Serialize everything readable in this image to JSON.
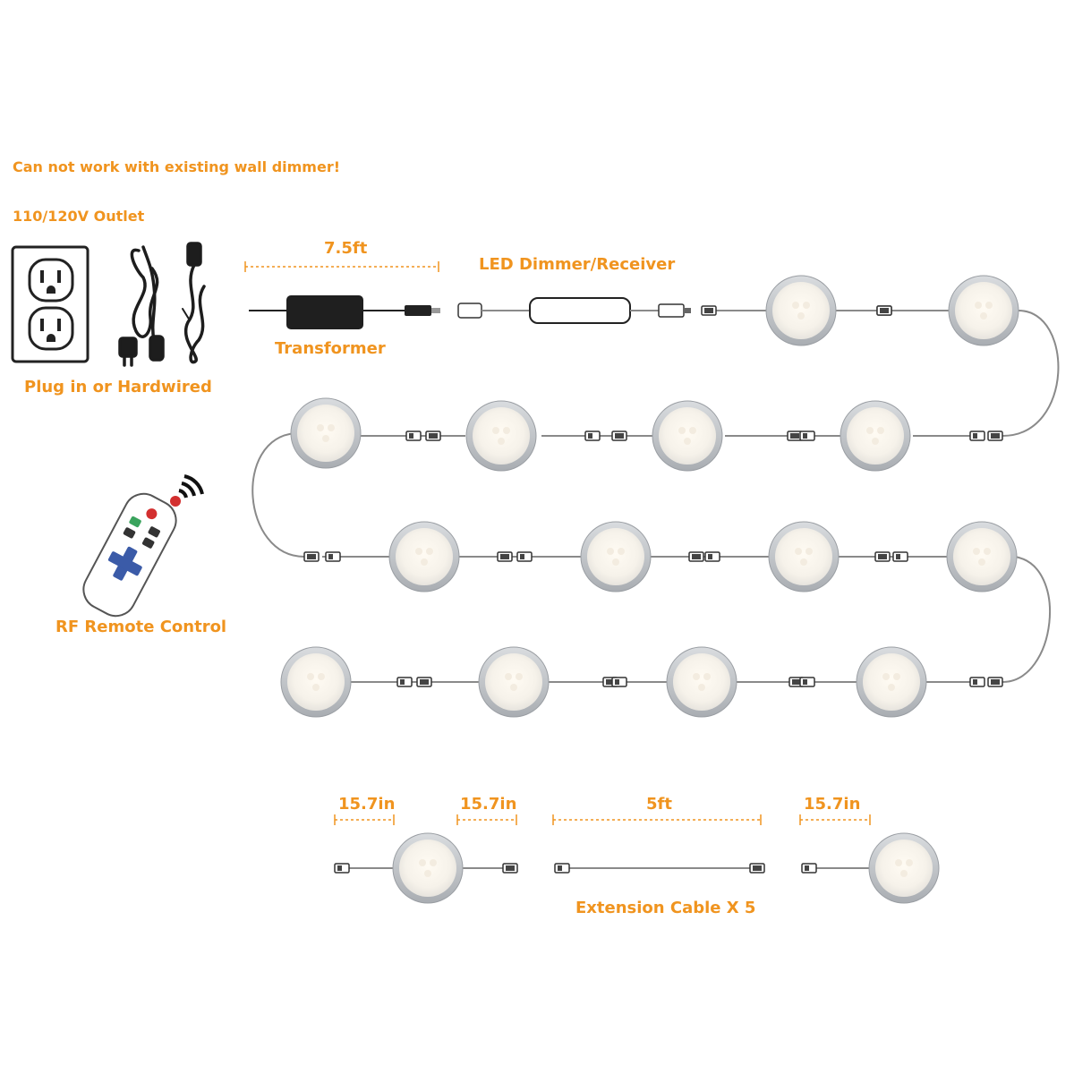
{
  "warning": "Can not work with existing wall dimmer!",
  "outlet_label": "110/120V Outlet",
  "plug_label": "Plug in or Hardwired",
  "remote_label": "RF Remote Control",
  "transformer_label": "Transformer",
  "transformer_length": "7.5ft",
  "dimmer_label": "LED Dimmer/Receiver",
  "light_cable_left": "15.7in",
  "light_cable_right": "15.7in",
  "extension_length": "5ft",
  "extension_label": "Extension Cable X 5",
  "tail_cable_length": "15.7in",
  "colors": {
    "accent": "#f0941f",
    "wire": "#8a8a8a",
    "puck_rim": "#bfc3c7"
  }
}
